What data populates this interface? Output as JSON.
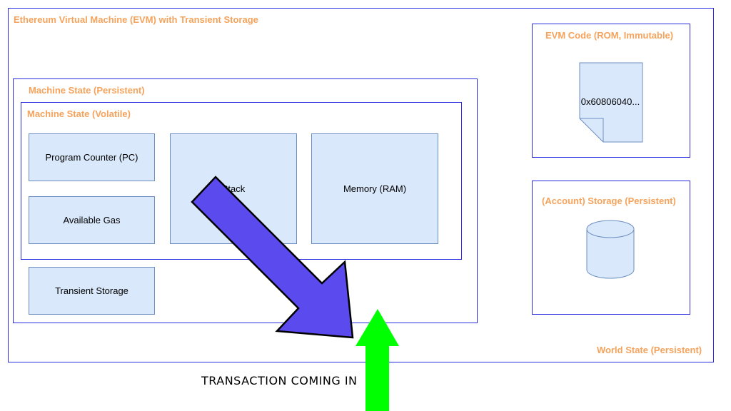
{
  "diagram": {
    "evm_title": "Ethereum Virtual Machine (EVM) with Transient Storage",
    "world_state_label": "World State (Persistent)",
    "machine_state_persistent_label": "Machine State (Persistent)",
    "machine_state_volatile_label": "Machine State (Volatile)",
    "program_counter_label": "Program Counter (PC)",
    "available_gas_label": "Available Gas",
    "stack_label": "Stack",
    "memory_label": "Memory (RAM)",
    "transient_storage_label": "Transient Storage",
    "evm_code_label": "EVM Code (ROM, Immutable)",
    "evm_code_content": "0x60806040...",
    "account_storage_label": "(Account) Storage (Persistent)",
    "caption": "TRANSACTION COMING IN"
  },
  "colors": {
    "frame_border": "#2a2ae0",
    "label_orange": "#f5a35c",
    "box_fill": "#dae8fc",
    "box_border": "#6c8ebf",
    "big_arrow_fill": "#5b4aed",
    "green_arrow_fill": "#00ff00"
  },
  "icons": [
    "document-icon",
    "database-cylinder-icon",
    "diagonal-arrow-icon",
    "up-arrow-icon"
  ]
}
